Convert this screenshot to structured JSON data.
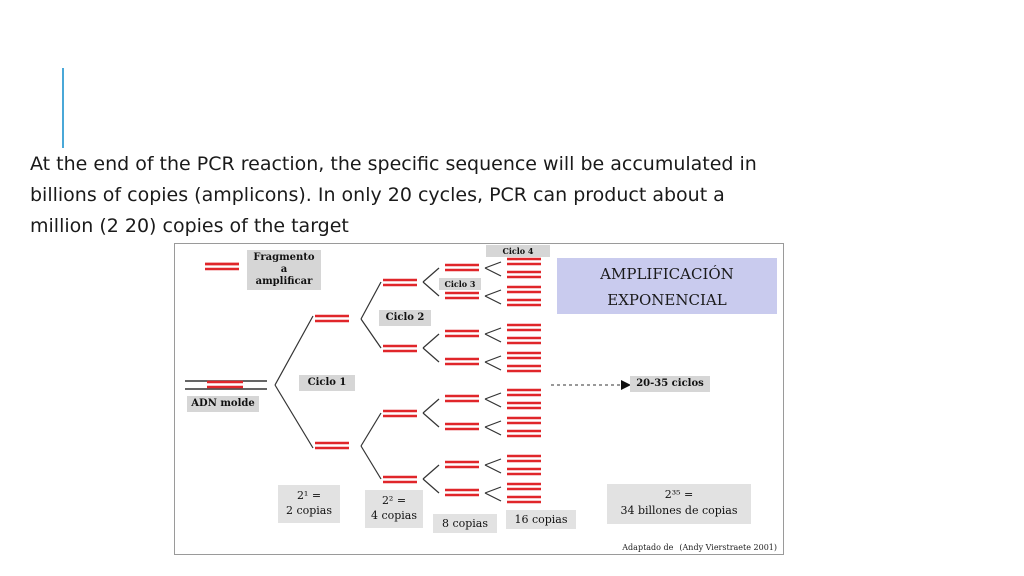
{
  "slide": {
    "text_lines": [
      "At the end of the PCR reaction, the specific sequence will be accumulated in",
      "billions of copies (amplicons). In only 20 cycles, PCR can product about a",
      "million (2 20) copies of the target"
    ]
  },
  "figure": {
    "legend_label": [
      "Fragmento a",
      "amplificar"
    ],
    "template_label": "ADN molde",
    "cycle_labels": {
      "cycle1": "Ciclo 1",
      "cycle2": "Ciclo 2",
      "cycle3": "Ciclo 3",
      "cycle4": "Ciclo 4",
      "cycles_range": "20-35 ciclos"
    },
    "title": [
      "AMPLIFICACIÓN",
      "EXPONENCIAL"
    ],
    "copy_counts": {
      "c2": [
        "2¹ =",
        "2 copias"
      ],
      "c4": [
        "2² =",
        "4 copias"
      ],
      "c8": "8 copias",
      "c16": "16 copias",
      "c35": [
        "2³⁵ =",
        "34 billones de copias"
      ]
    },
    "credit": [
      "Adaptado de",
      "(Andy Vierstraete 2001)"
    ],
    "colors": {
      "strand_red": "#e0262a",
      "strand_dark": "#333333",
      "label_gray": "#d6d6d6",
      "title_box": "#c9cbee"
    }
  }
}
